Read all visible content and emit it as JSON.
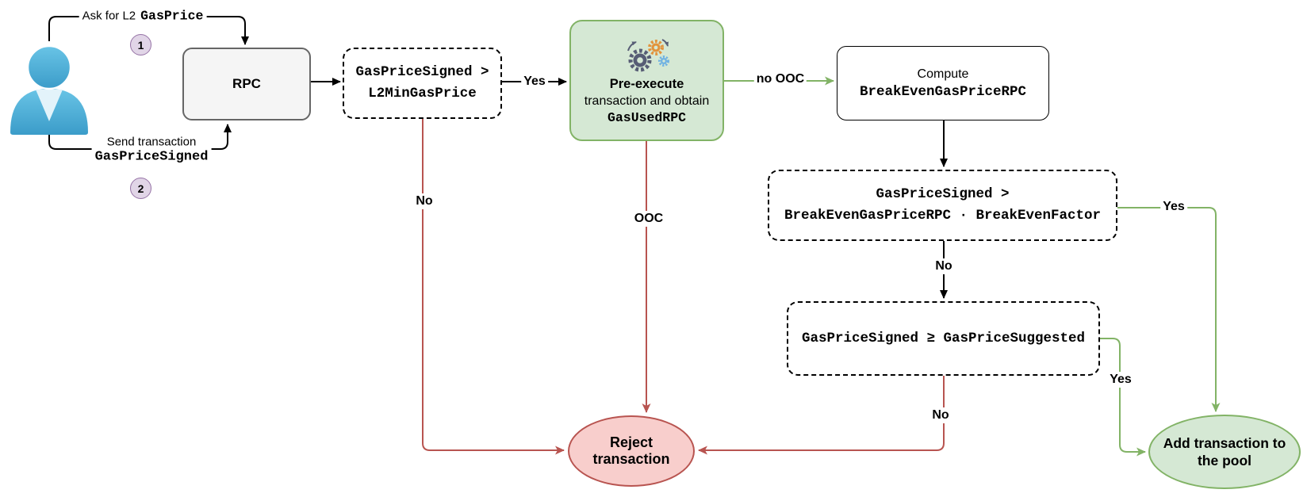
{
  "diagram": {
    "actor": {
      "ask_label_prefix": "Ask for L2",
      "ask_label_code": "GasPrice",
      "step1": "1",
      "send_label_text": "Send transaction",
      "send_label_code": "GasPriceSigned",
      "step2": "2"
    },
    "nodes": {
      "rpc": {
        "label": "RPC"
      },
      "check_min_gas": {
        "line1": "GasPriceSigned >",
        "line2": "L2MinGasPrice"
      },
      "pre_execute": {
        "title": "Pre-execute",
        "subtitle": "transaction and obtain",
        "code": "GasUsedRPC"
      },
      "compute_break_even": {
        "line1": "Compute",
        "code": "BreakEvenGasPriceRPC"
      },
      "check_break_even": {
        "line1": "GasPriceSigned >",
        "line2": "BreakEvenGasPriceRPC · BreakEvenFactor"
      },
      "check_suggested": {
        "label": "GasPriceSigned ≥ GasPriceSuggested"
      },
      "reject": {
        "label": "Reject transaction"
      },
      "add_pool": {
        "line1": "Add transaction to",
        "line2": "the pool"
      }
    },
    "edge_labels": {
      "yes_min": "Yes",
      "no_min": "No",
      "no_ooc": "no OOC",
      "ooc": "OOC",
      "yes_break_even": "Yes",
      "no_break_even": "No",
      "yes_suggested": "Yes",
      "no_suggested": "No"
    },
    "icons": {
      "user": "user-icon",
      "gears": "gears-icon"
    },
    "colors": {
      "green_fill": "#d5e8d4",
      "green_stroke": "#82b366",
      "red_fill": "#f8cecc",
      "red_stroke": "#b85450",
      "purple_fill": "#e1d5e7",
      "purple_stroke": "#9673a6",
      "gray_fill": "#f5f5f5",
      "gray_stroke": "#666666",
      "black": "#000000",
      "user_blue_top": "#69c4e6",
      "user_blue_bottom": "#3b9cc9"
    }
  }
}
